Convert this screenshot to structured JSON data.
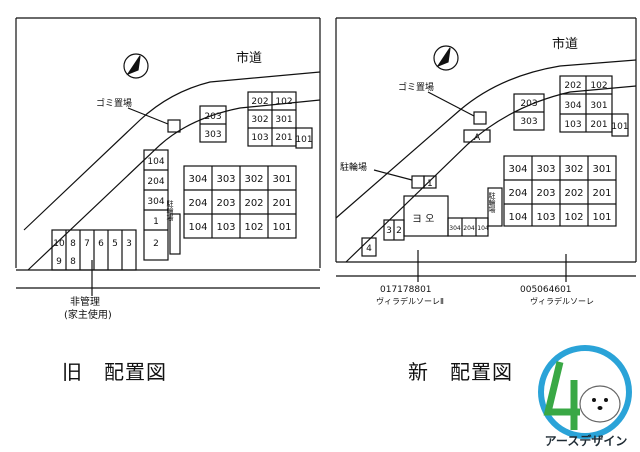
{
  "captions": {
    "old": "旧　配置図",
    "new": "新　配置図"
  },
  "old_plan": {
    "road_label": "市道",
    "garbage_label": "ゴミ置場",
    "parking_label": "非管理\n(家主使用)",
    "bike_label": "駐輪場",
    "building_small": [
      "202",
      "102",
      "203",
      "302",
      "301",
      "303",
      "103",
      "201",
      "101"
    ],
    "building_left": [
      "104",
      "204",
      "304",
      "1",
      "2"
    ],
    "building_main": [
      [
        "304",
        "303",
        "302",
        "301"
      ],
      [
        "204",
        "203",
        "202",
        "201"
      ],
      [
        "104",
        "103",
        "102",
        "101"
      ]
    ],
    "parking_slots": [
      "10",
      "8",
      "7",
      "6",
      "5",
      "3"
    ],
    "parking_sub": [
      "9",
      "8"
    ]
  },
  "new_plan": {
    "road_label": "市道",
    "garbage_label": "ゴミ置場",
    "bike_label": "駐輪場",
    "bike_vertical_label": "駐輪場",
    "building_small": [
      "202",
      "102",
      "203",
      "304",
      "301",
      "303",
      "103",
      "201",
      "101"
    ],
    "box_a": "A",
    "box_1": "1",
    "building_main": [
      [
        "304",
        "303",
        "302",
        "301"
      ],
      [
        "204",
        "203",
        "202",
        "201"
      ],
      [
        "104",
        "103",
        "102",
        "101"
      ]
    ],
    "center_building": "ヨ 오",
    "center_units": [
      "304",
      "204",
      "104"
    ],
    "left_slots": [
      "3",
      "2",
      "4"
    ],
    "meter_1_number": "017178801",
    "meter_1_name": "ヴィラデルソーレⅡ",
    "meter_2_number": "005064601",
    "meter_2_name": "ヴィラデルソーレ"
  },
  "logo": {
    "text": "アースデザイン",
    "accent": "#2aa3d8",
    "green": "#39a845"
  }
}
